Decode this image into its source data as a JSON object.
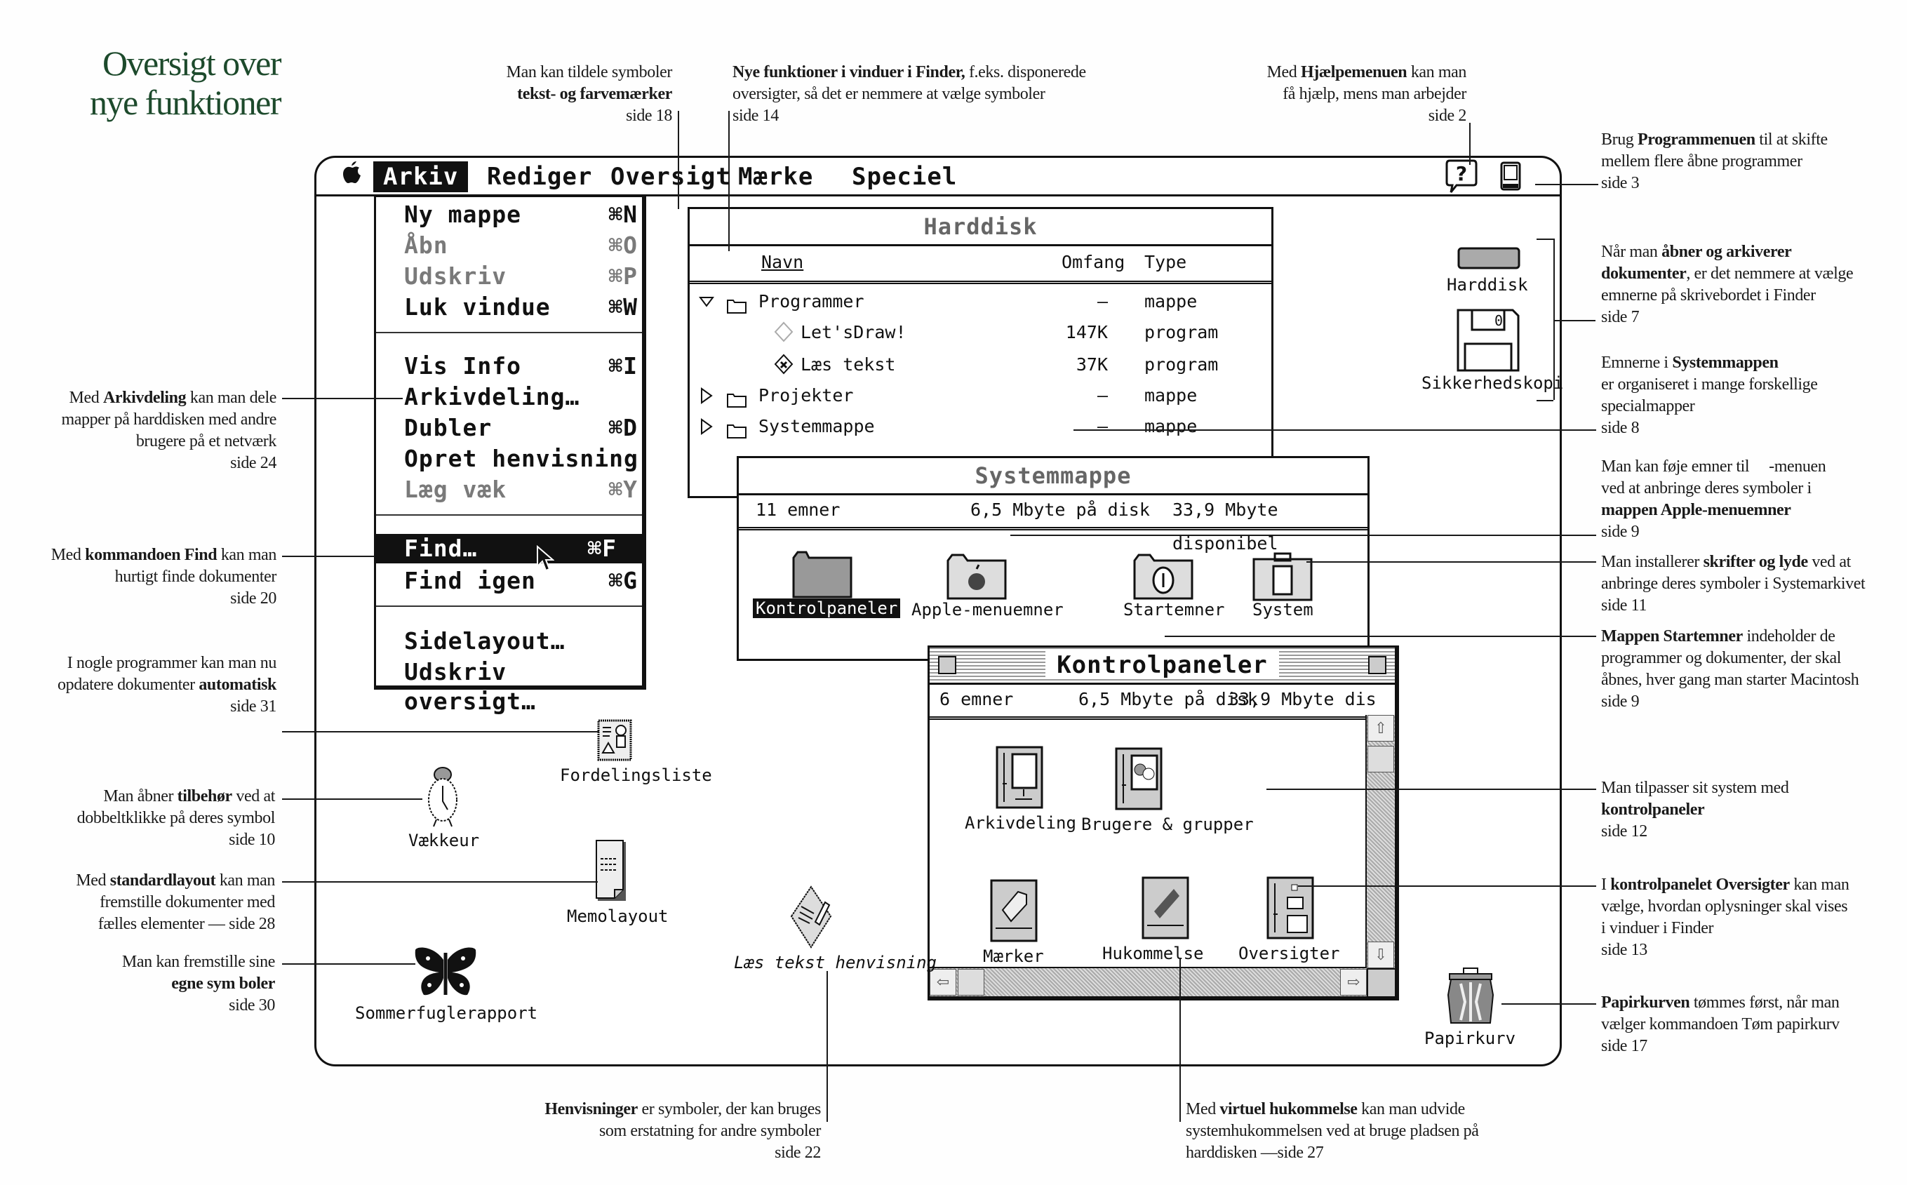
{
  "page_title": {
    "line1": "Oversigt over",
    "line2": "nye funktioner"
  },
  "menubar": {
    "apple_icon": "apple-logo",
    "items": [
      "Arkiv",
      "Rediger",
      "Oversigt",
      "Mærke",
      "Speciel"
    ],
    "active_item": "Arkiv",
    "help_icon": "help-balloon",
    "app_menu_icon": "application-menu"
  },
  "arkiv_menu": {
    "groups": [
      [
        {
          "label": "Ny mappe",
          "shortcut": "⌘N",
          "enabled": true
        },
        {
          "label": "Åbn",
          "shortcut": "⌘O",
          "enabled": false
        },
        {
          "label": "Udskriv",
          "shortcut": "⌘P",
          "enabled": false
        },
        {
          "label": "Luk vindue",
          "shortcut": "⌘W",
          "enabled": true
        }
      ],
      [
        {
          "label": "Vis Info",
          "shortcut": "⌘I",
          "enabled": true
        },
        {
          "label": "Arkivdeling…",
          "shortcut": "",
          "enabled": true
        },
        {
          "label": "Dubler",
          "shortcut": "⌘D",
          "enabled": true
        },
        {
          "label": "Opret henvisning",
          "shortcut": "",
          "enabled": true
        },
        {
          "label": "Læg væk",
          "shortcut": "⌘Y",
          "enabled": false
        }
      ],
      [
        {
          "label": "Find…",
          "shortcut": "⌘F",
          "enabled": true,
          "highlighted": true
        },
        {
          "label": "Find igen",
          "shortcut": "⌘G",
          "enabled": true
        }
      ],
      [
        {
          "label": "Sidelayout…",
          "shortcut": "",
          "enabled": true
        },
        {
          "label": "Udskriv oversigt…",
          "shortcut": "",
          "enabled": true
        }
      ]
    ]
  },
  "harddisk_window": {
    "title": "Harddisk",
    "columns": {
      "name": "Navn",
      "size": "Omfang",
      "type": "Type"
    },
    "rows": [
      {
        "disclosure": "expanded",
        "icon": "folder",
        "name": "Programmer",
        "size": "–",
        "type": "mappe",
        "indent": 0
      },
      {
        "disclosure": "",
        "icon": "application-dimmed",
        "name": "Let'sDraw!",
        "size": "147K",
        "type": "program",
        "indent": 1
      },
      {
        "disclosure": "",
        "icon": "application",
        "name": "Læs tekst",
        "size": "37K",
        "type": "program",
        "indent": 1
      },
      {
        "disclosure": "collapsed",
        "icon": "folder",
        "name": "Projekter",
        "size": "–",
        "type": "mappe",
        "indent": 0
      },
      {
        "disclosure": "collapsed",
        "icon": "folder",
        "name": "Systemmappe",
        "size": "–",
        "type": "mappe",
        "indent": 0
      }
    ]
  },
  "systemmappe_window": {
    "title": "Systemmappe",
    "info": {
      "items": "11 emner",
      "used": "6,5 Mbyte på disk",
      "free": "33,9 Mbyte disponibel"
    },
    "icons": [
      {
        "label": "Kontrolpaneler",
        "icon": "control-panels-folder",
        "selected": true
      },
      {
        "label": "Apple-menuemner",
        "icon": "apple-menu-items-folder",
        "selected": false
      },
      {
        "label": "Startemner",
        "icon": "startup-items-folder",
        "selected": false
      },
      {
        "label": "System",
        "icon": "system-suitcase",
        "selected": false
      }
    ]
  },
  "kontrolpaneler_window": {
    "title": "Kontrolpaneler",
    "info": {
      "items": "6 emner",
      "used": "6,5 Mbyte på disk",
      "free": "33,9 Mbyte dis"
    },
    "icons": [
      {
        "label": "Arkivdeling",
        "icon": "file-sharing-cp"
      },
      {
        "label": "Brugere & grupper",
        "icon": "users-groups-cp"
      },
      {
        "label": "Mærker",
        "icon": "labels-cp"
      },
      {
        "label": "Hukommelse",
        "icon": "memory-cp"
      },
      {
        "label": "Oversigter",
        "icon": "views-cp"
      }
    ]
  },
  "desktop_icons": {
    "harddisk": "Harddisk",
    "backup": "Sikkerhedskopi",
    "distribution_list": "Fordelingsliste",
    "alarm_clock": "Vækkeur",
    "memo_layout": "Memolayout",
    "alias": "Læs tekst henvisning",
    "butterfly": "Sommerfuglerapport",
    "trash": "Papirkurv"
  },
  "annotations": {
    "labels": {
      "pre": "Man kan tildele symboler",
      "bold": "tekst- og farvemærker",
      "page": "side 18"
    },
    "windows": {
      "bold": "Nye funktioner i vinduer i Finder,",
      "post": "f.eks. disponerede",
      "line2": "oversigter, så det er nemmere at vælge symboler",
      "page": "side 14"
    },
    "help": {
      "pre": "Med",
      "bold": "Hjælpemenuen",
      "post": "kan man",
      "line2": "få hjælp, mens man arbejder",
      "page": "side 2"
    },
    "app_menu": {
      "pre": "Brug",
      "bold": "Programmenuen",
      "post": "til at skifte",
      "line2": "mellem flere åbne programmer",
      "page": "side 3"
    },
    "open_save": {
      "pre": "Når man",
      "bold1": "åbner og arkiverer",
      "bold2": "dokumenter",
      "post": ", er det nemmere at vælge",
      "line3": "emnerne på skrivebordet i Finder",
      "page": "side 7"
    },
    "system_folder": {
      "pre": "Emnerne i",
      "bold": "Systemmappen",
      "line2": "er organiseret i mange forskellige",
      "line3": "specialmapper",
      "page": "side 8"
    },
    "apple_menu": {
      "line1": "Man kan føje emner til     -menuen",
      "line2": "ved at anbringe deres symboler i",
      "bold": "mappen Apple-menuemner",
      "page": "side 9"
    },
    "fonts_sounds": {
      "pre": "Man installerer",
      "bold": "skrifter og lyde",
      "post": "ved at",
      "line2": "anbringe deres symboler i Systemarkivet",
      "page": "side 11"
    },
    "startup": {
      "bold": "Mappen Startemner",
      "post": "indeholder de",
      "line2": "programmer og dokumenter, der skal",
      "line3": "åbnes, hver gang man starter Macintosh",
      "page": "side 9"
    },
    "control_panels": {
      "line1": "Man tilpasser sit system med",
      "bold": "kontrolpaneler",
      "page": "side 12"
    },
    "views_cp": {
      "pre": "I",
      "bold": "kontrolpanelet Oversigter",
      "post": "kan man",
      "line2": "vælge, hvordan oplysninger skal vises",
      "line3": "i vinduer i Finder",
      "page": "side 13"
    },
    "trash": {
      "bold": "Papirkurven",
      "post": "tømmes først, når man",
      "line2": "vælger kommandoen Tøm papirkurv",
      "page": "side 17"
    },
    "file_sharing": {
      "pre": "Med",
      "bold": "Arkivdeling",
      "post": "kan man dele",
      "line2": "mapper på harddisken med andre",
      "line3": "brugere på et netværk",
      "page": "side 24"
    },
    "find": {
      "pre": "Med",
      "bold": "kommandoen Find",
      "post": "kan man",
      "line2": "hurtigt finde dokumenter",
      "page": "side 20"
    },
    "auto_update": {
      "line1": "I nogle programmer kan man nu",
      "pre": "opdatere dokumenter",
      "bold": "automatisk",
      "page": "side 31"
    },
    "accessories": {
      "pre": "Man åbner",
      "bold": "tilbehør",
      "post": "ved at",
      "line2": "dobbeltklikke på deres symbol",
      "page": "side 10"
    },
    "stationery": {
      "pre": "Med",
      "bold": "standardlayout",
      "post": "kan man",
      "line2": "fremstille dokumenter med",
      "line3": "fælles elementer — side 28"
    },
    "custom_icons": {
      "line1": "Man kan fremstille sine",
      "bold": "egne sym boler",
      "page": "side 30"
    },
    "aliases": {
      "bold": "Henvisninger",
      "post": "er symboler, der kan bruges",
      "line2": "som erstatning for andre symboler",
      "page": "side 22"
    },
    "virtual_memory": {
      "pre": "Med",
      "bold": "virtuel hukommelse",
      "post": "kan man udvide",
      "line2": "systemhukommelsen ved at bruge pladsen på",
      "line3": "harddisken —side 27"
    }
  },
  "colors": {
    "title_green": "#1d4a2c",
    "ink": "#111111",
    "disabled": "#7a7a7a"
  }
}
